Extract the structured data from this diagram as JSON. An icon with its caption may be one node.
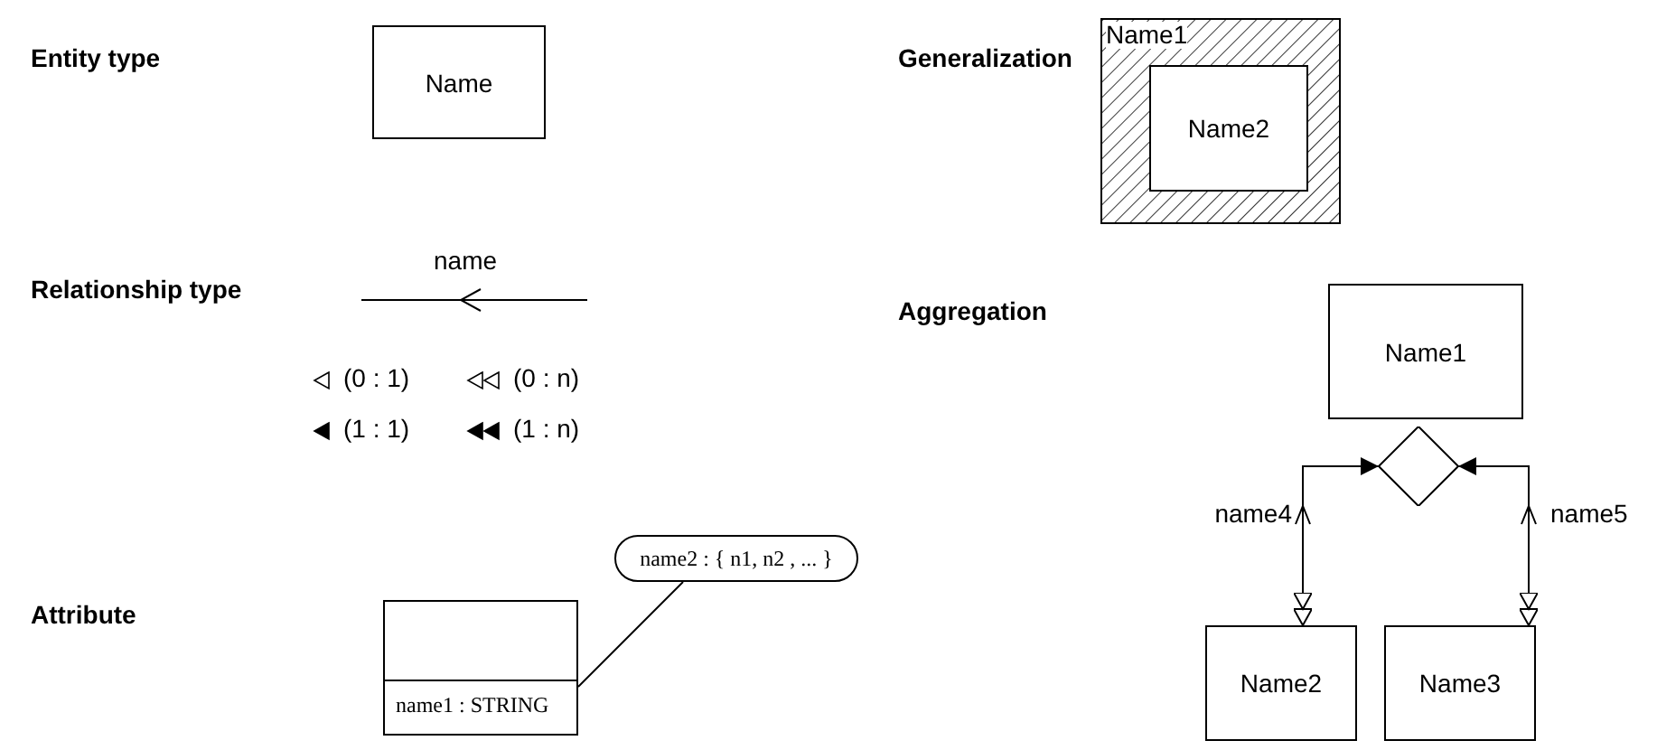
{
  "diagram": {
    "nodes": [
      {
        "text": [
          "Name"
        ]
      },
      {
        "text": [
          "Name1"
        ]
      },
      {
        "text": [
          "Name2"
        ],
        "in": 1
      },
      {
        "text": [
          "Name1"
        ]
      },
      {
        "text": [],
        "shape": "diamond"
      },
      {
        "text": [
          "Name2"
        ]
      },
      {
        "text": [
          "Name3"
        ]
      },
      {
        "text": [
          "name1 : STRING"
        ]
      },
      {
        "text": [
          "name2 : { n1, n2 , ... }"
        ]
      }
    ],
    "edges": [
      {
        "from": 5,
        "to": 4,
        "arrow": "both",
        "label": "name4"
      },
      {
        "from": 6,
        "to": 4,
        "arrow": "both",
        "label": "name5"
      },
      {
        "from": 8,
        "to": 7,
        "arrow": "none"
      }
    ],
    "labels": [
      "Entity type",
      "Generalization",
      "Relationship type",
      "name",
      "Aggregation",
      "Attribute"
    ],
    "legend": [
      {
        "text": "(0 : 1)"
      },
      {
        "text": "(0 : n)"
      },
      {
        "text": "(1 : 1)"
      },
      {
        "text": "(1 : n)"
      }
    ]
  }
}
